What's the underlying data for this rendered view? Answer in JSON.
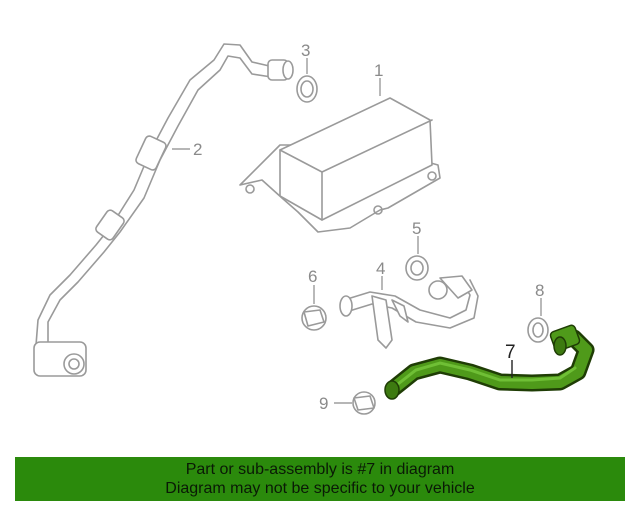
{
  "callouts": {
    "c1": "1",
    "c2": "2",
    "c3": "3",
    "c4": "4",
    "c5": "5",
    "c6": "6",
    "c7": "7",
    "c8": "8",
    "c9": "9"
  },
  "highlighted_part": "7",
  "colors": {
    "highlight": "#4f9a1a",
    "banner": "#2b8a0c",
    "line_art": "#9a9a9a"
  },
  "banner": {
    "line1": "Part or sub-assembly is #7 in diagram",
    "line2": "Diagram may not be specific to your vehicle"
  }
}
